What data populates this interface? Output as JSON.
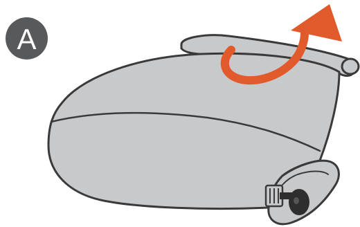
{
  "step": {
    "letter": "A",
    "badge_color": "#58595b"
  },
  "illustration": {
    "subject": "folded-fabric-cover",
    "arrow_direction": "up-right",
    "colors": {
      "outline": "#3a3a3a",
      "fabric": "#c8c9cb",
      "fabric_shade": "#b4b5b8",
      "arrow": "#e05a2b",
      "end_cap": "#2e2e2e"
    },
    "icons": {
      "arrow": "curved-arrow-icon",
      "cap": "end-cap-icon"
    }
  }
}
